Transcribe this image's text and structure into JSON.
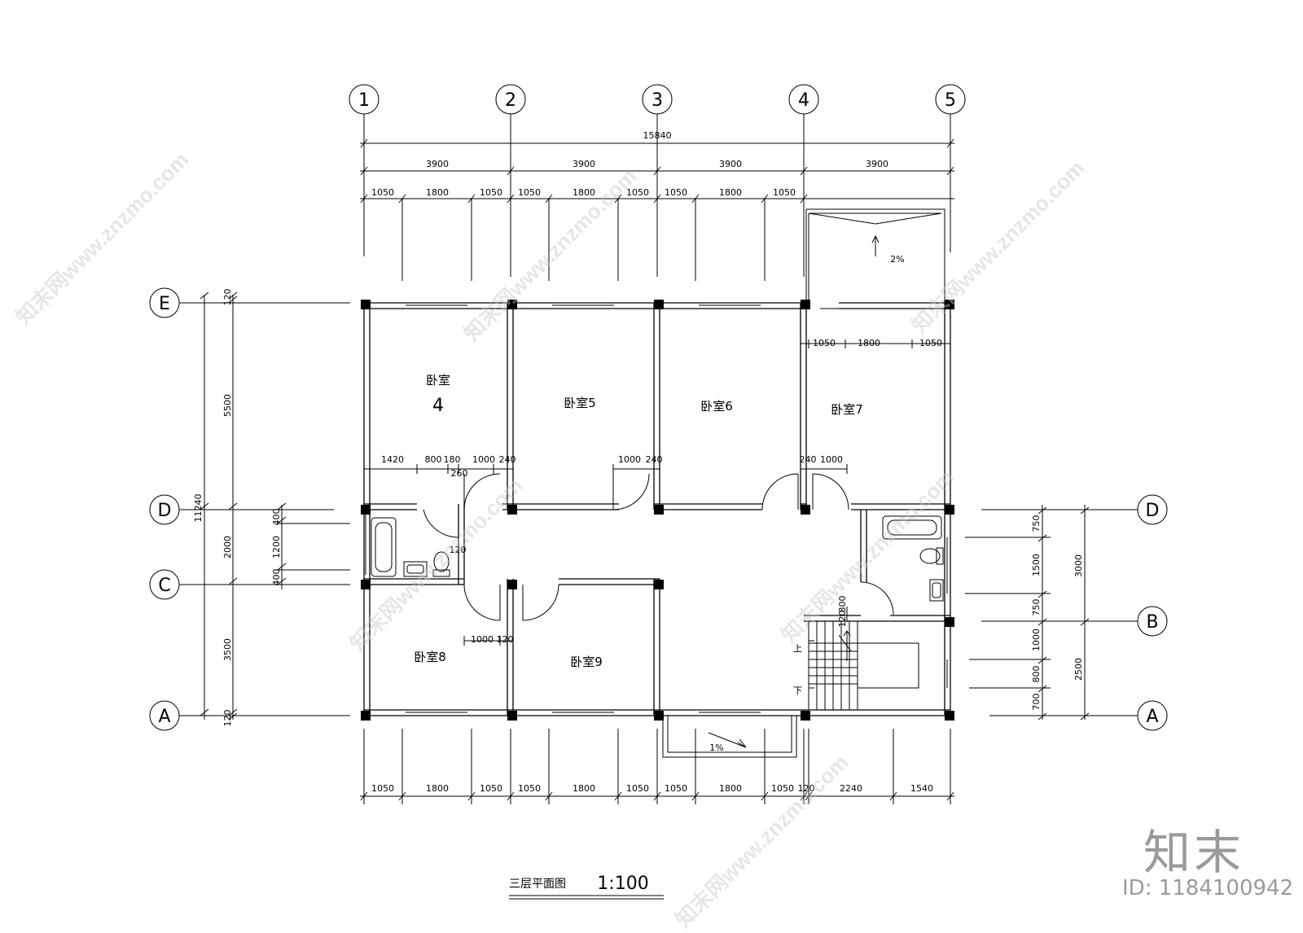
{
  "grid": {
    "columns": [
      "1",
      "2",
      "3",
      "4",
      "5"
    ],
    "rows_left": [
      "E",
      "D",
      "C",
      "A"
    ],
    "rows_right": [
      "D",
      "B",
      "A"
    ]
  },
  "dims": {
    "total_width": "15840",
    "bay": "3900",
    "bay_split": [
      "1050",
      "1800",
      "1050"
    ],
    "total_depth": "11240",
    "left_depths": [
      "5500",
      "2000",
      "3500"
    ],
    "left_wall": "120",
    "left_small": [
      "400",
      "1200",
      "400"
    ],
    "right_small": [
      "750",
      "1500",
      "750",
      "1000",
      "800",
      "700"
    ],
    "right_totals": [
      "3000",
      "2500"
    ],
    "bottom_tail": [
      "120",
      "2240",
      "1540"
    ],
    "interior": [
      "1420",
      "800",
      "180",
      "1000",
      "240",
      "260",
      "120",
      "800"
    ]
  },
  "rooms": {
    "bedroom4_label": "卧室",
    "bedroom4_num": "4",
    "bedroom5": "卧室5",
    "bedroom6": "卧室6",
    "bedroom7": "卧室7",
    "bedroom8": "卧室8",
    "bedroom9": "卧室9"
  },
  "slopes": {
    "top": "2%",
    "bottom": "1%"
  },
  "stair": {
    "up": "上",
    "down": "下"
  },
  "title": {
    "name": "三层平面图",
    "scale": "1:100"
  },
  "watermark": {
    "text": "知末网www.znzmo.com"
  },
  "brand": "知末",
  "doc_id": "ID: 1184100942"
}
